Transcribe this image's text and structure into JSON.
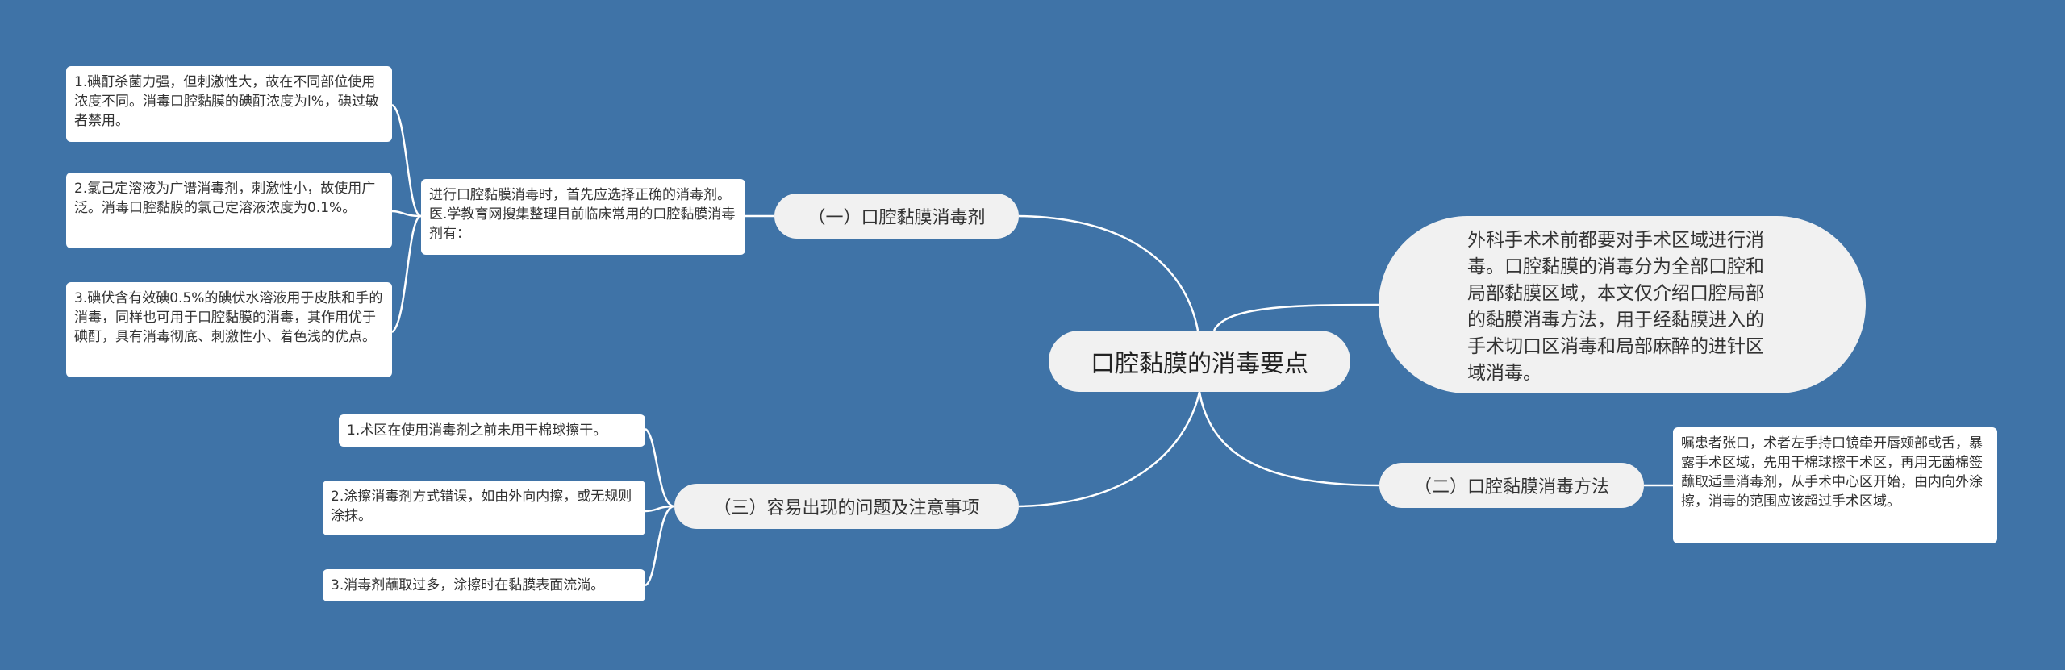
{
  "center": "口腔黏膜的消毒要点",
  "intro": "外科手术术前都要对手术区域进行消毒。口腔黏膜的消毒分为全部口腔和局部黏膜区域，本文仅介绍口腔局部的黏膜消毒方法，用于经黏膜进入的手术切口区消毒和局部麻醉的进针区域消毒。",
  "branches": [
    {
      "label": "（一）口腔黏膜消毒剂",
      "desc": "进行口腔黏膜消毒时，首先应选择正确的消毒剂。医.学教育网搜集整理目前临床常用的口腔黏膜消毒剂有：",
      "items": [
        "1.碘酊杀菌力强，但刺激性大，故在不同部位使用浓度不同。消毒口腔黏膜的碘酊浓度为l%，碘过敏者禁用。",
        "2.氯己定溶液为广谱消毒剂，刺激性小，故使用广泛。消毒口腔黏膜的氯己定溶液浓度为0.1%。",
        "3.碘伏含有效碘0.5%的碘伏水溶液用于皮肤和手的消毒，同样也可用于口腔黏膜的消毒，其作用优于碘酊，具有消毒彻底、刺激性小、着色浅的优点。"
      ]
    },
    {
      "label": "（二）口腔黏膜消毒方法",
      "items": [
        "嘱患者张口，术者左手持口镜牵开唇颊部或舌，暴露手术区域，先用干棉球擦干术区，再用无菌棉签蘸取适量消毒剂，从手术中心区开始，由内向外涂擦，消毒的范围应该超过手术区域。"
      ]
    },
    {
      "label": "（三）容易出现的问题及注意事项",
      "items": [
        "1.术区在使用消毒剂之前未用干棉球擦干。",
        "2.涂擦消毒剂方式错误，如由外向内擦，或无规则涂抹。",
        "3.消毒剂蘸取过多，涂擦时在黏膜表面流淌。"
      ]
    }
  ]
}
